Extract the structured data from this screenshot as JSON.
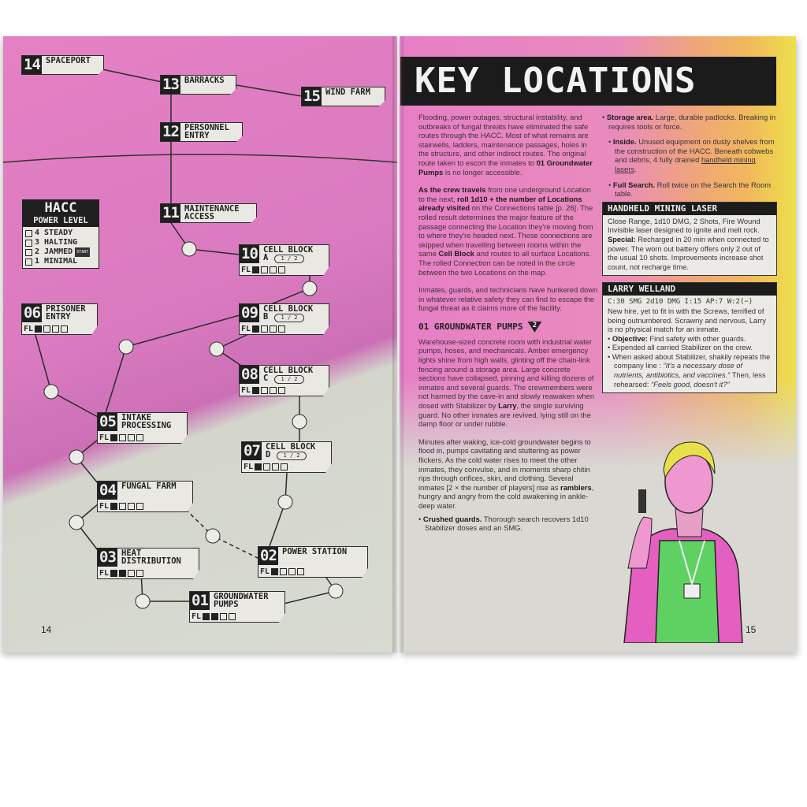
{
  "left_page": {
    "page_number": "14",
    "legend": {
      "title": "HACC",
      "subtitle": "POWER LEVEL",
      "levels": [
        "4 STEADY",
        "3 HALTING",
        "2 JAMMED",
        "1 MINIMAL"
      ],
      "start_tag": "START"
    },
    "nodes": [
      {
        "id": "14",
        "label": [
          "SPACEPORT"
        ]
      },
      {
        "id": "13",
        "label": [
          "BARRACKS"
        ]
      },
      {
        "id": "15",
        "label": [
          "WIND FARM"
        ]
      },
      {
        "id": "12",
        "label": [
          "PERSONNEL",
          "ENTRY"
        ]
      },
      {
        "id": "11",
        "label": [
          "MAINTENANCE",
          "ACCESS"
        ]
      },
      {
        "id": "10",
        "label": [
          "CELL BLOCK",
          "A"
        ],
        "fl": 1,
        "pill": true
      },
      {
        "id": "09",
        "label": [
          "CELL BLOCK",
          "B"
        ],
        "fl": 1,
        "pill": true
      },
      {
        "id": "08",
        "label": [
          "CELL BLOCK",
          "C"
        ],
        "fl": 1,
        "pill": true
      },
      {
        "id": "07",
        "label": [
          "CELL BLOCK",
          "D"
        ],
        "fl": 1,
        "pill": true
      },
      {
        "id": "06",
        "label": [
          "PRISONER",
          "ENTRY"
        ],
        "fl": 1
      },
      {
        "id": "05",
        "label": [
          "INTAKE",
          "PROCESSING"
        ],
        "fl": 1
      },
      {
        "id": "04",
        "label": [
          "FUNGAL FARM"
        ],
        "fl": 1
      },
      {
        "id": "03",
        "label": [
          "HEAT",
          "DISTRIBUTION"
        ],
        "fl": 2
      },
      {
        "id": "02",
        "label": [
          "POWER STATION"
        ],
        "fl": 1
      },
      {
        "id": "01",
        "label": [
          "GROUNDWATER",
          "PUMPS"
        ],
        "fl": 2
      }
    ],
    "fl_label": "FL",
    "pill_text": "1 / 2"
  },
  "right_page": {
    "page_number": "15",
    "title": "KEY LOCATIONS",
    "intro": "Flooding, power outages, structural instability, and outbreaks of fungal threats have eliminated the safe routes through the HACC. Most of what remains are stairwells, ladders, maintenance passages, holes in the structure, and other indirect routes. The original route taken to escort the inmates to",
    "intro_bold": "01 Groundwater Pumps",
    "intro_end": "is no longer accessible.",
    "travel_bold1": "As the crew travels",
    "travel_1": "from one underground Location to the next,",
    "travel_bold2": "roll 1d10 + the number of Locations already visited",
    "travel_2": "on the Connections table [p. 26]. The rolled result determines the major feature of the passage connecting the Location they're moving from to where they're headed next. These connections are skipped when travelling between rooms within the same",
    "travel_bold3": "Cell Block",
    "travel_3": "and routes to all surface Locations. The rolled Connection can be noted in the circle between the two Locations on the map.",
    "hunkered": "Inmates, guards, and technicians have hunkered down in whatever relative safety they can find to escape the fungal threat as it claims more of the facility.",
    "section_title": "01 GROUNDWATER PUMPS",
    "section_badge": "2",
    "desc_1": "Warehouse-sized concrete room with industrial water pumps, hoses, and mechanicals. Amber emergency lights shine from high walls, glinting off the chain-link fencing around a storage area. Large concrete sections have collapsed, pinning and killing dozens of inmates and several guards. The crewmembers were not harmed by the cave-in and slowly reawaken when dosed with Stabilizer by",
    "desc_bold": "Larry",
    "desc_2": ", the single surviving guard. No other inmates are revived, lying still on the damp floor or under rubble.",
    "flood_1": "Minutes after waking, ice-cold groundwater begins to flood in, pumps cavitating and stuttering as power flickers. As the cold water rises to meet the other inmates, they convulse, and in moments sharp chitin rips through orifices, skin, and clothing. Several inmates [2 × the number of players] rise as",
    "flood_bold": "ramblers",
    "flood_2": ", hungry and angry from the cold awakening in ankle-deep water.",
    "crushed_bold": "Crushed guards.",
    "crushed": "Thorough search recovers 1d10 Stabilizer doses and an SMG.",
    "storage_bold": "Storage area.",
    "storage": "Large, durable padlocks. Breaking in requires tools or force.",
    "inside_bold": "Inside.",
    "inside": "Unused equipment on dusty shelves from the construction of the HACC. Beneath cobwebs and debris, 4 fully drained",
    "inside_link": "handheld mining lasers",
    "full_bold": "Full Search.",
    "full": "Roll twice on the Search the Room table.",
    "laser": {
      "title": "HANDHELD MINING LASER",
      "stats": "Close Range, 1d10 DMG, 2 Shots, Fire Wound",
      "desc": "Invisible laser designed to ignite and melt rock.",
      "special_bold": "Special:",
      "special": "Recharged in 20 min when connected to power. The worn out battery offers only 2 out of the usual 10 shots. Improvements increase shot count, not recharge time."
    },
    "larry": {
      "title": "LARRY WELLAND",
      "stats": "C:30 SMG 2d10 DMG I:15 AP:7 W:2(−)",
      "desc": "New hire, yet to fit in with the Screws, terrified of being outnumbered. Scrawny and nervous, Larry is no physical match for an inmate.",
      "objective_bold": "Objective:",
      "objective": "Find safety with other guards.",
      "bullet2": "Expended all carried Stabilizer on the crew.",
      "bullet3": "When asked about Stabilizer, shakily repeats the company line :",
      "quote1": "“It's a necessary dose of nutrients, antibiotics, and vaccines.”",
      "then": "Then, less rehearsed:",
      "quote2": "“Feels good, doesn't it?”"
    }
  }
}
